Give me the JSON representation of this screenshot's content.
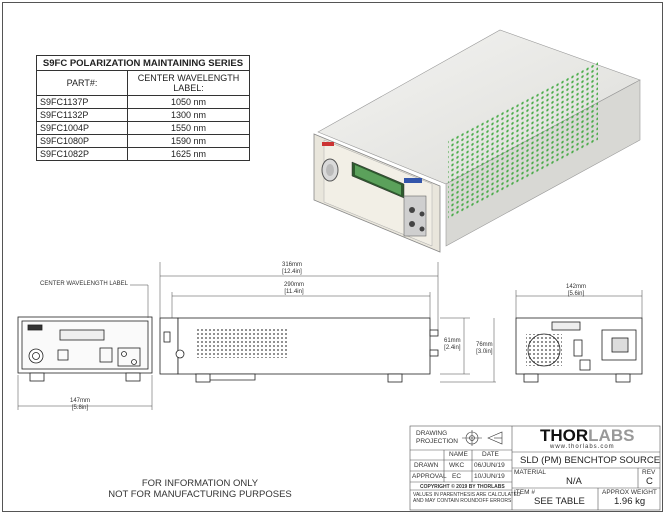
{
  "table": {
    "title": "S9FC POLARIZATION MAINTAINING SERIES",
    "col1": "PART#:",
    "col2a": "CENTER WAVELENGTH",
    "col2b": "LABEL:",
    "rows": [
      {
        "part": "S9FC1137P",
        "wl": "1050 nm"
      },
      {
        "part": "S9FC1132P",
        "wl": "1300 nm"
      },
      {
        "part": "S9FC1004P",
        "wl": "1550 nm"
      },
      {
        "part": "S9FC1080P",
        "wl": "1590 nm"
      },
      {
        "part": "S9FC1082P",
        "wl": "1625 nm"
      }
    ]
  },
  "dims": {
    "total_length": "316mm",
    "total_length_in": "[12.4in]",
    "body_length": "290mm",
    "body_length_in": "[11.4in]",
    "front_width": "147mm",
    "front_width_in": "[5.8in]",
    "rear_width": "142mm",
    "rear_width_in": "[5.6in]",
    "body_height": "61mm",
    "body_height_in": "[2.4in]",
    "total_height": "76mm",
    "total_height_in": "[3.0in]"
  },
  "callout": "CENTER WAVELENGTH LABEL",
  "note": [
    "FOR INFORMATION ONLY",
    "NOT FOR MANUFACTURING PURPOSES"
  ],
  "titleblock": {
    "projection_1": "DRAWING",
    "projection_2": "PROJECTION",
    "name_h": "NAME",
    "date_h": "DATE",
    "drawn": "DRAWN",
    "drawn_name": "WKC",
    "drawn_date": "06/JUN/19",
    "approval": "APPROVAL",
    "approval_name": "EC",
    "approval_date": "10/JUN/19",
    "copyright": "COPYRIGHT © 2019 BY THORLABS",
    "values_note_1": "VALUES IN PARENTHESIS ARE CALCULATED",
    "values_note_2": "AND MAY CONTAIN ROUNDOFF ERRORS",
    "logo_a": "THOR",
    "logo_b": "LABS",
    "website": "www.thorlabs.com",
    "product": "SLD (PM) BENCHTOP SOURCE",
    "material_h": "MATERIAL",
    "material": "N/A",
    "rev_h": "REV",
    "rev": "C",
    "item_h": "ITEM #",
    "item": "SEE TABLE",
    "weight_h": "APPROX WEIGHT",
    "weight": "1.96 kg"
  }
}
